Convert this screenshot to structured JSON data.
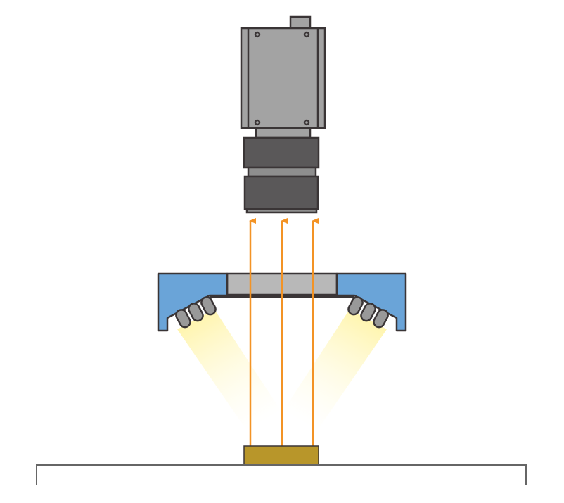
{
  "diagram": {
    "type": "machine-vision-lighting-setup",
    "components": [
      "camera",
      "lens",
      "ring-light-angled-leds",
      "light-rays",
      "object",
      "stage"
    ],
    "colors": {
      "camera_body": "#a3a3a3",
      "lens": "#5a5859",
      "outline": "#3a3536",
      "light_housing": "#6aa4d8",
      "light_window": "#b8b8b8",
      "led": "#999999",
      "light_beam": "#fff3a0",
      "ray": "#f39325",
      "object": "#b8962a",
      "stage": "#666666"
    }
  }
}
